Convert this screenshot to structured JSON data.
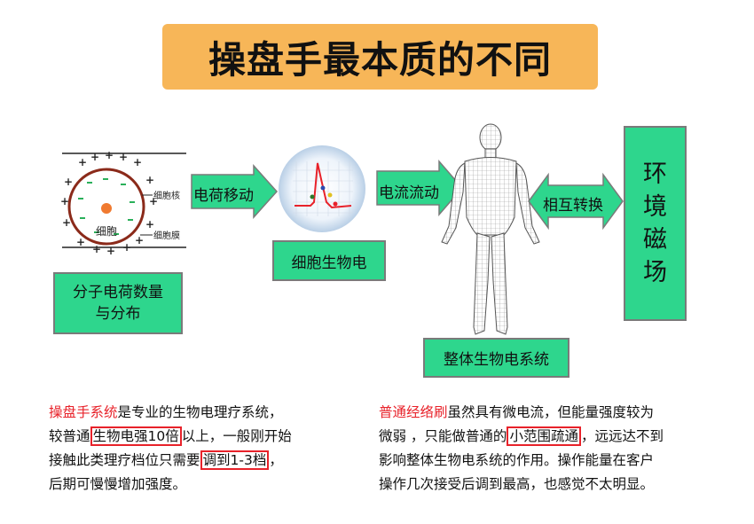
{
  "title": "操盘手最本质的不同",
  "cell_diagram": {
    "label_center": "细胞",
    "label_nucleus": "细胞核",
    "label_membrane": "细胞膜"
  },
  "boxes": {
    "molecule": [
      "分子电荷数量",
      "与分布"
    ],
    "cell_bio": "细胞生物电",
    "whole_system": "整体生物电系统",
    "environment": [
      "环",
      "境",
      "磁",
      "场"
    ]
  },
  "arrows": {
    "charge_move": "电荷移动",
    "current_flow": "电流流动",
    "mutual_convert": "相互转换"
  },
  "left_text": {
    "line1_red": "操盘手系统",
    "line1_rest": "是专业的生物电理疗系统，",
    "line2_pre": "较普通",
    "line2_box": "生物电强10倍",
    "line2_post": "以上，一般刚开始",
    "line3_pre": "接触此类理疗档位只需要",
    "line3_box": "调到1-3档",
    "line3_post": "，",
    "line4": "后期可慢慢增加强度。"
  },
  "right_text": {
    "line1_red": "普通经络刷",
    "line1_rest": "虽然具有微电流，但能量强度较为",
    "line2_pre": "微弱 ，只能做普通的",
    "line2_box": "小范围疏通",
    "line2_post": "，远远达不到",
    "line3": "影响整体生物电系统的作用。操作能量在客户",
    "line4": "操作几次接受后调到最高，也感觉不太明显。"
  },
  "colors": {
    "title_bg": "#f7b658",
    "box_green": "#2ed68d",
    "highlight_red": "#e8222a"
  }
}
